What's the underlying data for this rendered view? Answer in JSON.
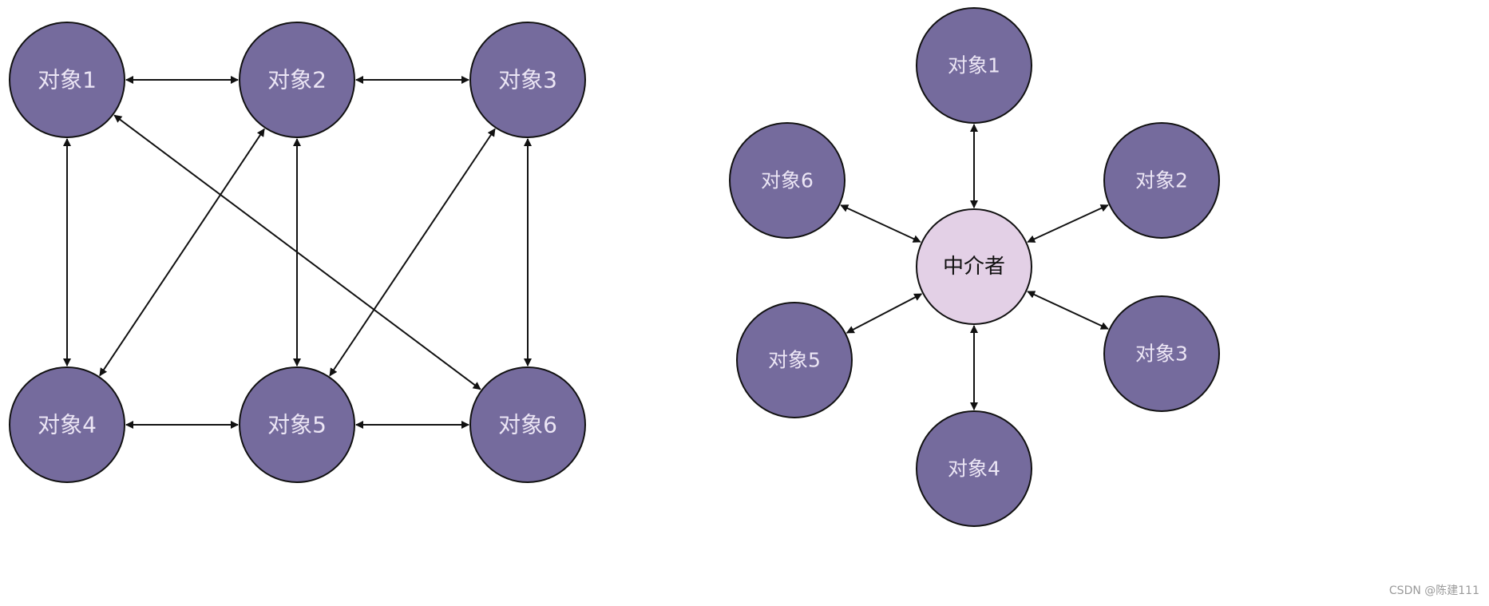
{
  "colors": {
    "object_fill": "#756b9d",
    "object_text": "#ece6f5",
    "mediator_fill": "#e3d0e6",
    "mediator_text": "#111111",
    "stroke": "#111111"
  },
  "mesh": {
    "nodes": [
      {
        "id": "m1",
        "label": "对象1"
      },
      {
        "id": "m2",
        "label": "对象2"
      },
      {
        "id": "m3",
        "label": "对象3"
      },
      {
        "id": "m4",
        "label": "对象4"
      },
      {
        "id": "m5",
        "label": "对象5"
      },
      {
        "id": "m6",
        "label": "对象6"
      }
    ],
    "edges": [
      {
        "from": "m1",
        "to": "m2",
        "bidirectional": true
      },
      {
        "from": "m2",
        "to": "m3",
        "bidirectional": true
      },
      {
        "from": "m4",
        "to": "m5",
        "bidirectional": true
      },
      {
        "from": "m5",
        "to": "m6",
        "bidirectional": true
      },
      {
        "from": "m1",
        "to": "m4",
        "bidirectional": true
      },
      {
        "from": "m2",
        "to": "m5",
        "bidirectional": true
      },
      {
        "from": "m3",
        "to": "m6",
        "bidirectional": true
      },
      {
        "from": "m2",
        "to": "m4",
        "bidirectional": true
      },
      {
        "from": "m3",
        "to": "m5",
        "bidirectional": true
      },
      {
        "from": "m1",
        "to": "m6",
        "bidirectional": true
      }
    ]
  },
  "star": {
    "center": {
      "id": "hub",
      "label": "中介者"
    },
    "nodes": [
      {
        "id": "s1",
        "label": "对象1"
      },
      {
        "id": "s2",
        "label": "对象2"
      },
      {
        "id": "s3",
        "label": "对象3"
      },
      {
        "id": "s4",
        "label": "对象4"
      },
      {
        "id": "s5",
        "label": "对象5"
      },
      {
        "id": "s6",
        "label": "对象6"
      }
    ],
    "edges": [
      {
        "from": "hub",
        "to": "s1",
        "bidirectional": true
      },
      {
        "from": "hub",
        "to": "s2",
        "bidirectional": true
      },
      {
        "from": "hub",
        "to": "s3",
        "bidirectional": true
      },
      {
        "from": "hub",
        "to": "s4",
        "bidirectional": true
      },
      {
        "from": "hub",
        "to": "s5",
        "bidirectional": true
      },
      {
        "from": "hub",
        "to": "s6",
        "bidirectional": true
      }
    ]
  },
  "watermark": "CSDN @陈建111"
}
